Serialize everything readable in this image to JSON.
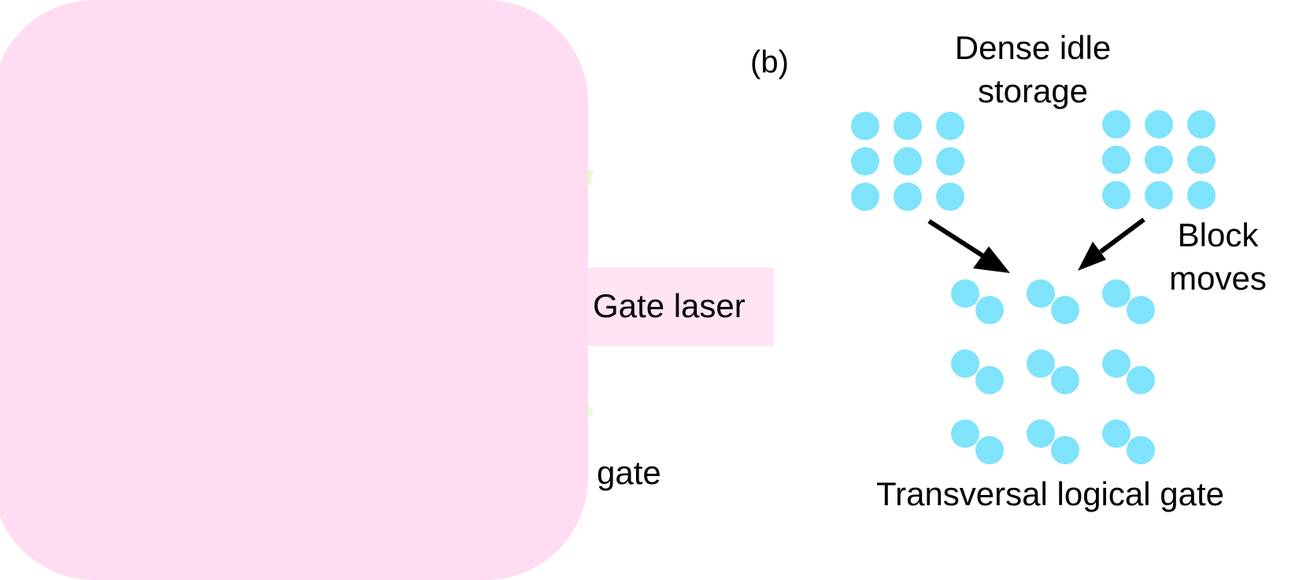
{
  "panel_b": {
    "label": "(b)",
    "storage_title_line1": "Dense idle",
    "storage_title_line2": "storage",
    "block_moves_line1": "Block",
    "block_moves_line2": "moves",
    "gate_title": "Transversal logical gate"
  },
  "panel_a_partial": {
    "gate_laser_label": "Gate laser",
    "gate_label": "gate"
  },
  "colors": {
    "atom": "#7ee3fb",
    "panel_a_pink": "#ffdcf2",
    "label_pink": "#ffe4f4",
    "green_sliver": "#e4ffc8",
    "arrow": "#000000"
  },
  "storage_blocks": [
    {
      "name": "left",
      "rows": 3,
      "cols": 3
    },
    {
      "name": "right",
      "rows": 3,
      "cols": 3
    }
  ],
  "gate_array": {
    "rows": 3,
    "cols": 3,
    "atoms_per_site": 2
  }
}
